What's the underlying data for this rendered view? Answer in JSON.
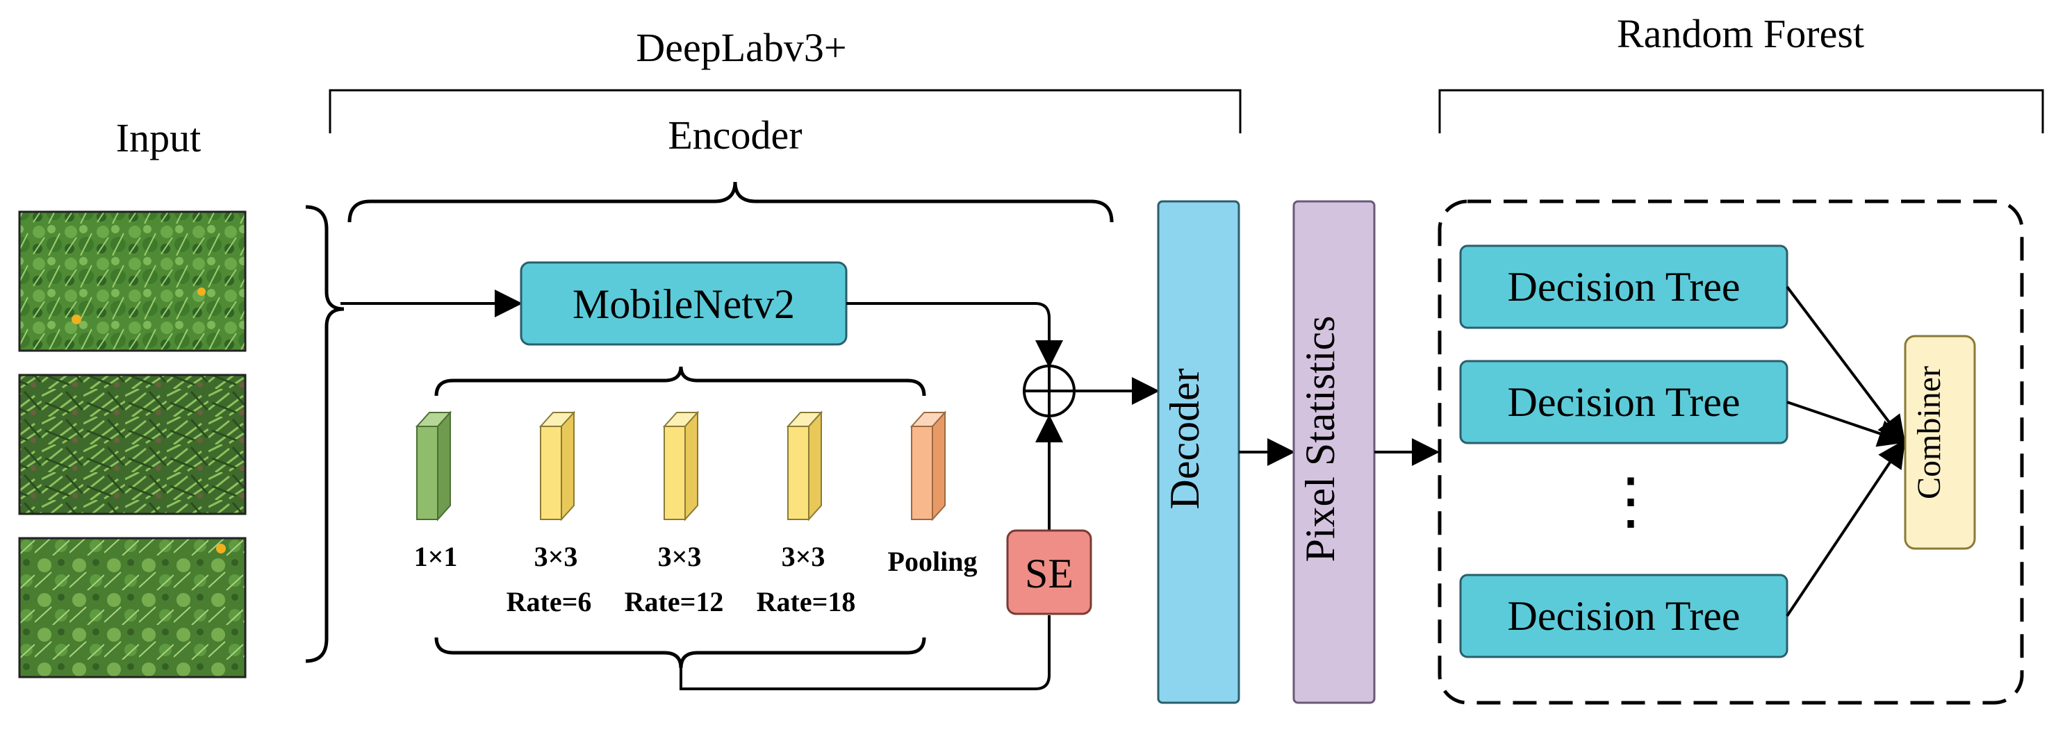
{
  "labels": {
    "input": "Input",
    "deeplab": "DeepLabv3+",
    "encoder": "Encoder",
    "random_forest": "Random Forest",
    "mobilenet": "MobileNetv2",
    "se": "SE",
    "decoder": "Decoder",
    "pixel_statistics": "Pixel Statistics",
    "combiner": "Combiner",
    "dots": "⋮"
  },
  "aspp": [
    {
      "size": "1×1",
      "rate": ""
    },
    {
      "size": "3×3",
      "rate": "Rate=6"
    },
    {
      "size": "3×3",
      "rate": "Rate=12"
    },
    {
      "size": "3×3",
      "rate": "Rate=18"
    },
    {
      "size": "Pooling",
      "rate": ""
    }
  ],
  "trees": [
    "Decision Tree",
    "Decision Tree",
    "Decision Tree"
  ],
  "colors": {
    "cyan": "#5ccbd9",
    "decoder": "#8dd4ee",
    "pixel": "#d4c3de",
    "se": "#ee8e86",
    "combiner": "#fdf1c8",
    "green": "#8fbd6c",
    "yellow": "#fbe27c",
    "peach": "#f9b78c"
  }
}
